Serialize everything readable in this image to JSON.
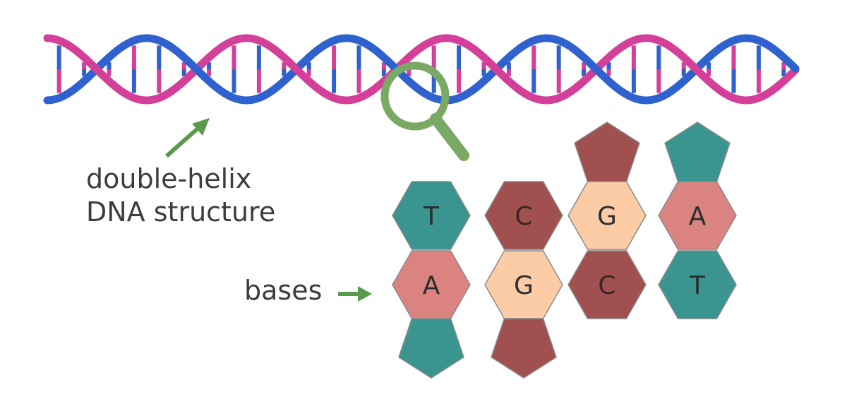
{
  "labels": {
    "helix_line1": "double-helix",
    "helix_line2": "DNA structure",
    "bases": "bases"
  },
  "base_pairs": [
    {
      "top": "T",
      "bottom": "A"
    },
    {
      "top": "C",
      "bottom": "G"
    },
    {
      "top": "G",
      "bottom": "C"
    },
    {
      "top": "A",
      "bottom": "T"
    }
  ],
  "icons": [
    "magnifier-icon",
    "arrow-icon"
  ],
  "colors": {
    "strand_blue": "#2f62cf",
    "strand_pink": "#d43f99",
    "rung_blue": "#2f62cf",
    "rung_pink": "#d43f99",
    "magnifier": "#7aa965",
    "arrow": "#5a9a4c",
    "base_T": "#3a9590",
    "base_A": "#da8381",
    "base_C": "#a0504f",
    "base_G": "#fbcca6",
    "text": "#3d3d3d"
  }
}
